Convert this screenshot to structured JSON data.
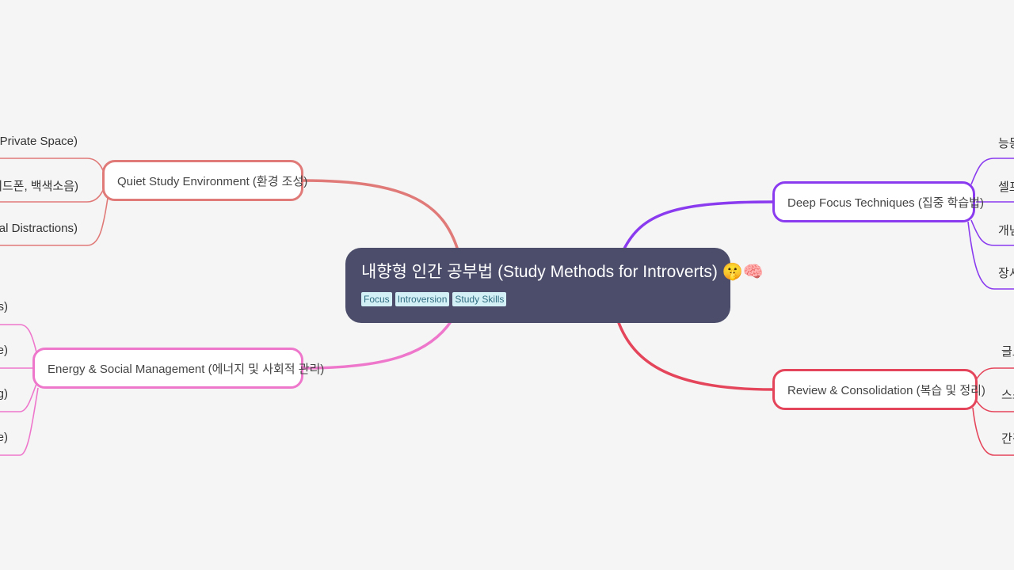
{
  "center": {
    "title": "내향형 인간 공부법 (Study Methods for Introverts)",
    "emoji": "🤫🧠",
    "tags": [
      "Focus",
      "Introversion",
      "Study Skills"
    ]
  },
  "branches": {
    "quiet": {
      "label": "Quiet Study Environment (환경 조성)",
      "color": "#e07a78",
      "leaves": [
        "ng Private Space)",
        ": 헤드폰, 백색소음)",
        "sual Distractions)"
      ]
    },
    "energy": {
      "label": "Energy & Social Management (에너지 및 사회적 관리)",
      "color": "#ee77cc",
      "leaves": [
        "s)",
        "e)",
        "g)",
        "e)"
      ]
    },
    "deep": {
      "label": "Deep Focus Techniques (집중 학습법)",
      "color": "#8a3bef",
      "leaves": [
        "능동",
        "셀프",
        "개념",
        "장시"
      ]
    },
    "review": {
      "label": "Review & Consolidation (복습 및 정리)",
      "color": "#e5455a",
      "leaves": [
        "글로",
        "스스",
        "간격"
      ]
    }
  }
}
